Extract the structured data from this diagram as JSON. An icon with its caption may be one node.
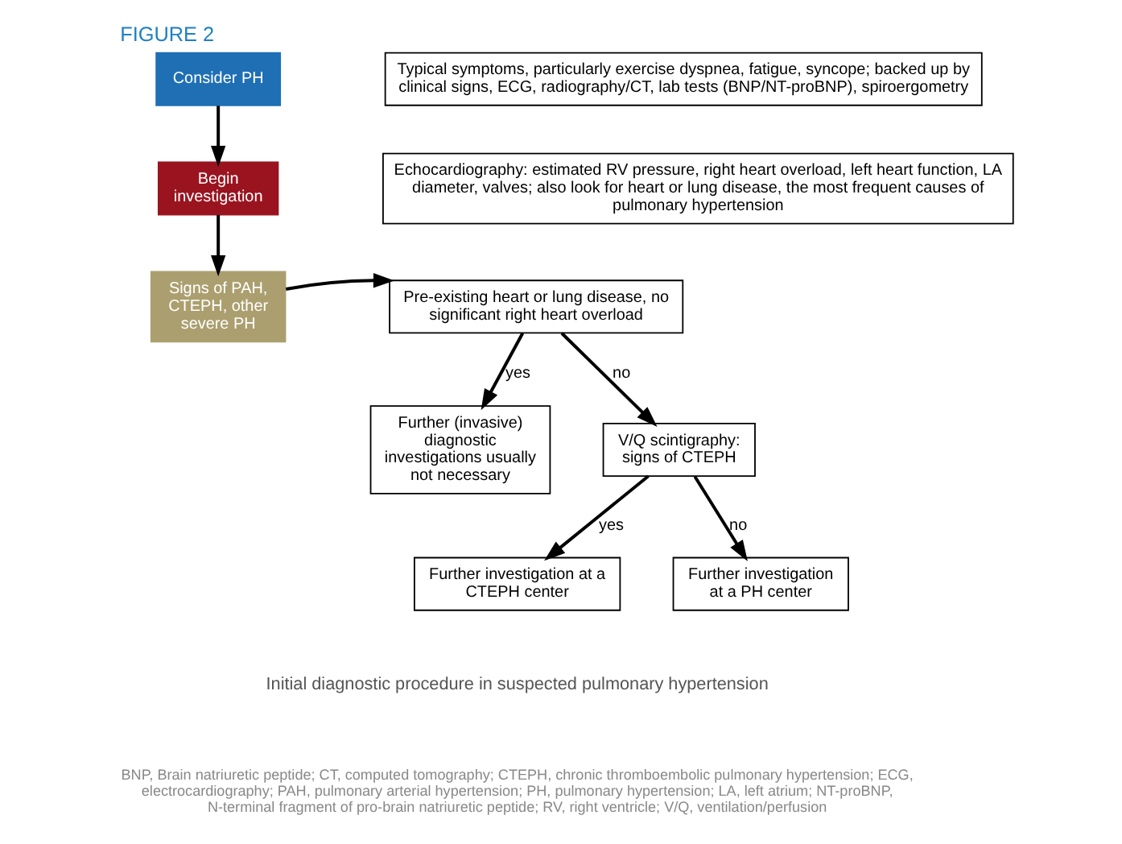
{
  "diagram": {
    "title": "FIGURE 2",
    "caption": "Initial diagnostic procedure in suspected pulmonary hypertension",
    "nodes": [
      {
        "text": [
          "Consider PH"
        ]
      },
      {
        "text": [
          "Typical symptoms, particularly exercise dyspnea, fatigue, syncope; backed up by clinical signs, ECG, radiography/CT, lab tests (BNP/NT-proBNP), spiroergometry"
        ]
      },
      {
        "text": [
          "Begin investigation"
        ]
      },
      {
        "text": [
          "Echocardiography: estimated RV pressure, right heart overload, left heart function, LA diameter, valves; also look for heart or lung disease, the most frequent causes of pulmonary hypertension"
        ]
      },
      {
        "text": [
          "Signs of PAH, CTEPH, other severe PH"
        ]
      },
      {
        "text": [
          "Pre-existing heart or lung disease, no significant right heart overload"
        ]
      },
      {
        "text": [
          "Further (invasive) diagnostic investigations usually not necessary"
        ]
      },
      {
        "text": [
          "V/Q scintigraphy: signs of CTEPH"
        ]
      },
      {
        "text": [
          "Further investigation at a CTEPH center"
        ]
      },
      {
        "text": [
          "Further investigation at a PH center"
        ]
      }
    ],
    "edges": [
      {
        "from": 0,
        "to": 2,
        "arrow": "to"
      },
      {
        "from": 2,
        "to": 4,
        "arrow": "to"
      },
      {
        "from": 4,
        "to": 5,
        "arrow": "to"
      },
      {
        "from": 5,
        "to": 6,
        "arrow": "to",
        "label": "yes"
      },
      {
        "from": 5,
        "to": 7,
        "arrow": "to",
        "label": "no"
      },
      {
        "from": 7,
        "to": 8,
        "arrow": "to",
        "label": "yes"
      },
      {
        "from": 7,
        "to": 9,
        "arrow": "to",
        "label": "no"
      }
    ],
    "labels": [
      "BNP, Brain natriuretic peptide; CT, computed tomography; CTEPH, chronic thromboembolic pulmonary hypertension; ECG, electrocardiography; PAH, pulmonary arterial hypertension; PH, pulmonary hypertension; LA, left atrium; NT-proBNP, N-terminal fragment of pro-brain natriuretic peptide; RV, right ventricle; V/Q, ventilation/perfusion"
    ]
  }
}
